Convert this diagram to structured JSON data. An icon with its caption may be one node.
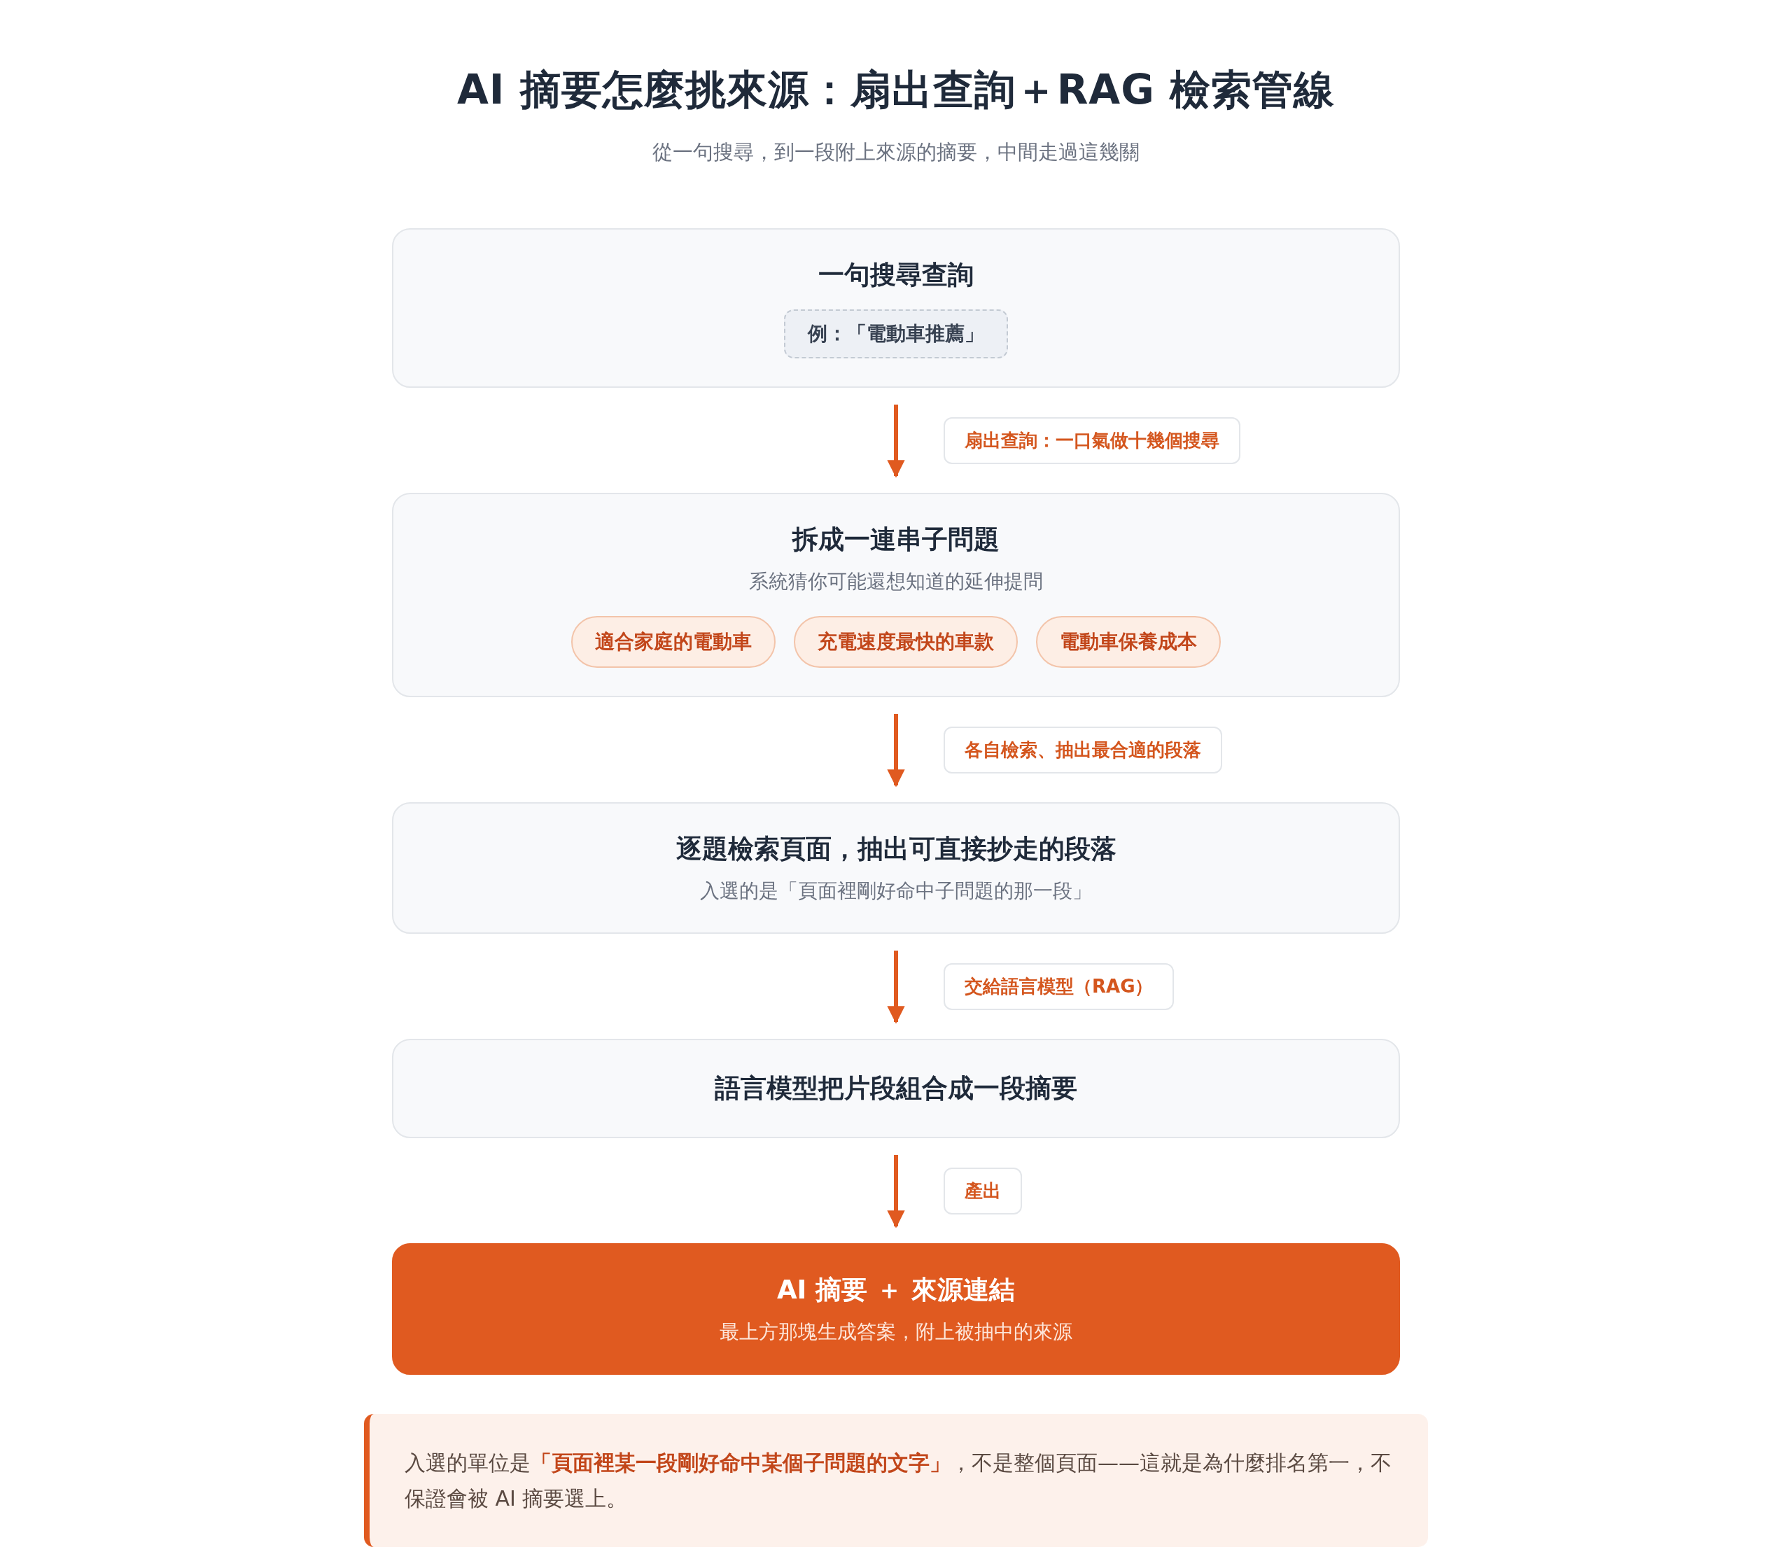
{
  "diagram": {
    "title": "AI 摘要怎麼挑來源：扇出查詢＋RAG 檢索管線",
    "caption": "從一句搜尋，到一段附上來源的摘要，中間走過這幾關",
    "nodes": [
      {
        "text": [
          "一句搜尋查詢"
        ]
      },
      {
        "text": [
          "例：「電動車推薦」"
        ],
        "in": 0
      },
      {
        "text": [
          "拆成一連串子問題",
          "系統猜你可能還想知道的延伸提問"
        ]
      },
      {
        "text": [
          "適合家庭的電動車"
        ],
        "in": 2
      },
      {
        "text": [
          "充電速度最快的車款"
        ],
        "in": 2
      },
      {
        "text": [
          "電動車保養成本"
        ],
        "in": 2
      },
      {
        "text": [
          "逐題檢索頁面，抽出可直接抄走的段落",
          "入選的是「頁面裡剛好命中子問題的那一段」"
        ]
      },
      {
        "text": [
          "語言模型把片段組合成一段摘要"
        ]
      },
      {
        "text": [
          "AI 摘要 ＋ 來源連結",
          "最上方那塊生成答案，附上被抽中的來源"
        ]
      },
      {
        "text": [
          "入選的單位是**「頁面裡某一段剛好命中某個子問題的文字」**，不是整個頁面——這就是為什麼排名第一，不保證會被 AI 摘要選上。"
        ]
      }
    ],
    "edges": [
      {
        "from": 0,
        "to": 2,
        "arrow": "to",
        "label": "扇出查詢：一口氣做十幾個搜尋"
      },
      {
        "from": 2,
        "to": 6,
        "arrow": "to",
        "label": "各自檢索、抽出最合適的段落"
      },
      {
        "from": 6,
        "to": 7,
        "arrow": "to",
        "label": "交給語言模型（RAG）"
      },
      {
        "from": 7,
        "to": 8,
        "arrow": "to",
        "label": "產出"
      }
    ]
  }
}
